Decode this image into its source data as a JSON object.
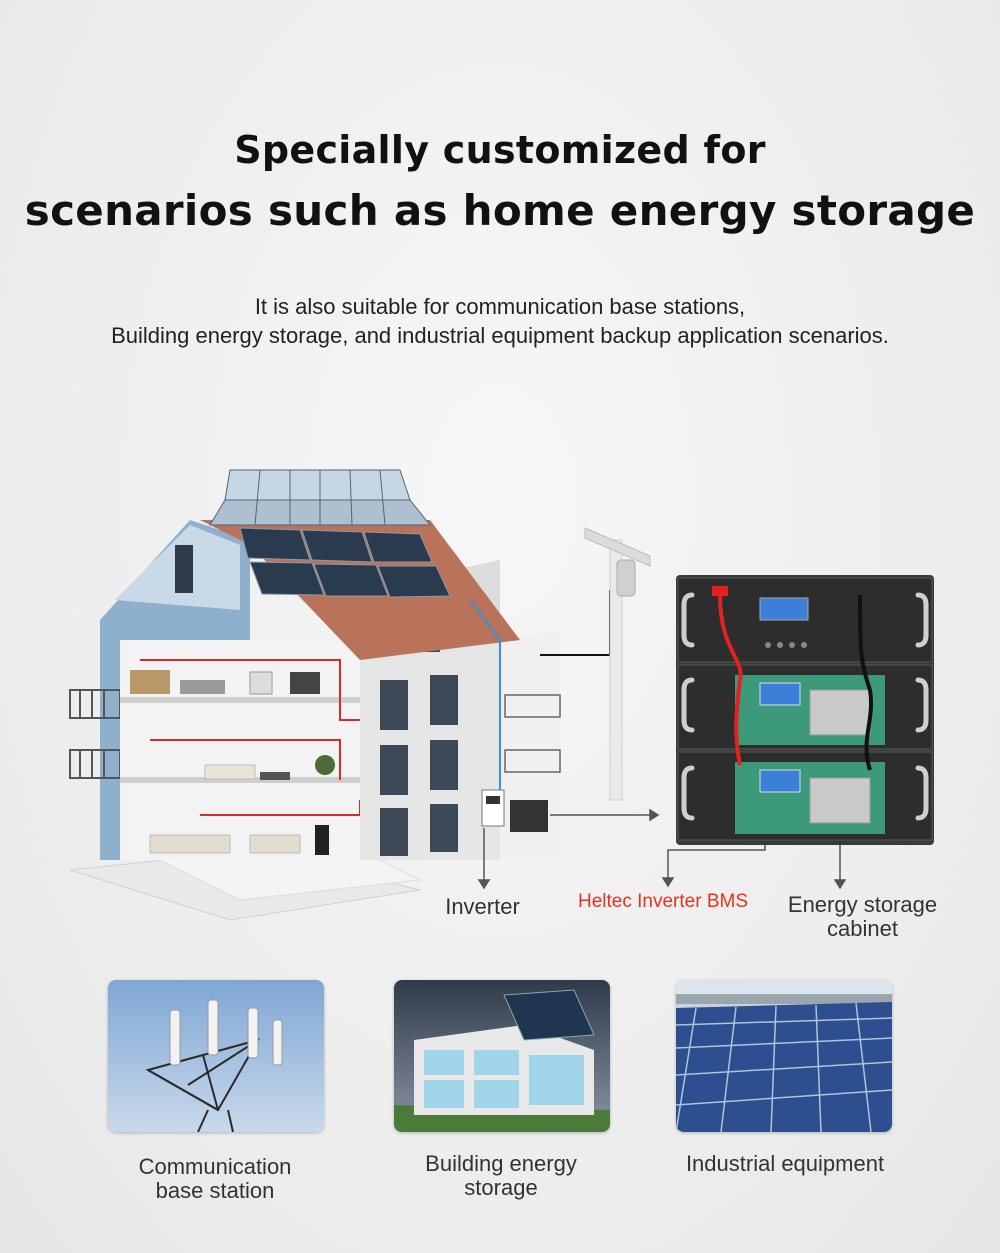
{
  "headline": {
    "line1": "Specially customized for",
    "line2": "scenarios such as home energy storage"
  },
  "subtitle": {
    "line1": "It is also suitable for communication base stations,",
    "line2": "Building energy storage, and industrial equipment backup application scenarios."
  },
  "diagram": {
    "inverter_label": "Inverter",
    "bms_label": "Heltec Inverter BMS",
    "cabinet_label_line1": "Energy storage",
    "cabinet_label_line2": "cabinet"
  },
  "applications": [
    {
      "line1": "Communication",
      "line2": "base station"
    },
    {
      "line1": "Building energy",
      "line2": "storage"
    },
    {
      "line1": "Industrial equipment",
      "line2": ""
    }
  ]
}
